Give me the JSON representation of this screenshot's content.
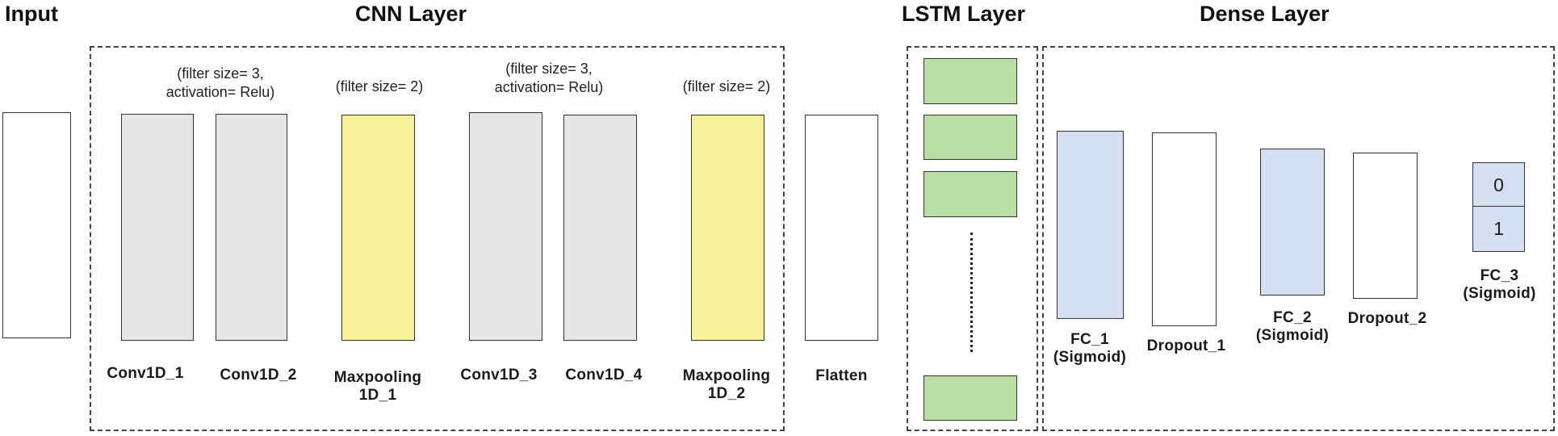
{
  "sections": {
    "input": "Input",
    "cnn": "CNN Layer",
    "lstm": "LSTM Layer",
    "dense": "Dense Layer"
  },
  "params": {
    "conv_1": [
      "(filter size= 3,",
      "activation= Relu)"
    ],
    "pool_1": "(filter size= 2)",
    "conv_2": [
      "(filter size= 3,",
      "activation= Relu)"
    ],
    "pool_2": "(filter size= 2)"
  },
  "layers": {
    "conv1d_1": "Conv1D_1",
    "conv1d_2": "Conv1D_2",
    "maxpool_1": [
      "Maxpooling",
      "1D_1"
    ],
    "conv1d_3": "Conv1D_3",
    "conv1d_4": "Conv1D_4",
    "maxpool_2": [
      "Maxpooling",
      "1D_2"
    ],
    "flatten": "Flatten",
    "fc_1": [
      "FC_1",
      "(Sigmoid)"
    ],
    "dropout_1": "Dropout_1",
    "fc_2": [
      "FC_2",
      "(Sigmoid)"
    ],
    "dropout_2": "Dropout_2",
    "fc_3": [
      "FC_3",
      "(Sigmoid)"
    ]
  },
  "outputs": [
    "0",
    "1"
  ],
  "colors": {
    "conv": "#e6e6e6",
    "pool": "#f8f19b",
    "lstm": "#b9dea6",
    "fc": "#d4e0f2",
    "plain": "#ffffff"
  }
}
